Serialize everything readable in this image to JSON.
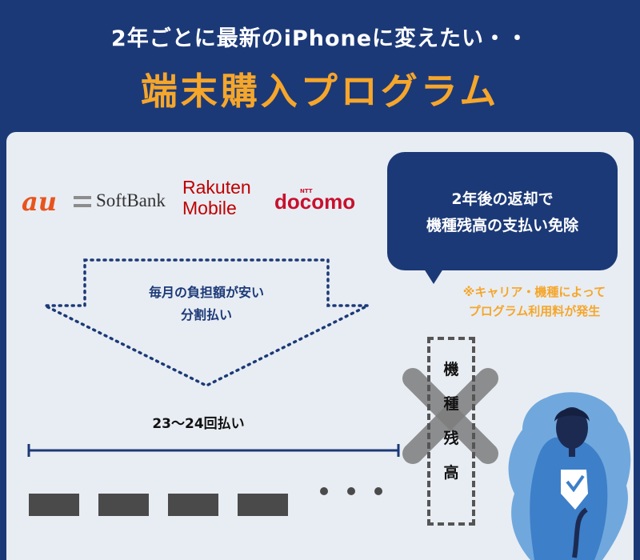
{
  "header": {
    "headline": "2年ごとに最新のiPhoneに変えたい・・",
    "title": "端末購入プログラム"
  },
  "carriers": {
    "au": "au",
    "softbank": "SoftBank",
    "rakuten_line1": "Rakuten",
    "rakuten_line2": "Mobile",
    "docomo_prefix": "NTT",
    "docomo": "docomo"
  },
  "bubble": {
    "line1": "2年後の返却で",
    "line2": "機種残高の支払い免除"
  },
  "note": {
    "line1": "※キャリア・機種によって",
    "line2": "プログラム利用料が発生"
  },
  "arrow": {
    "line1": "毎月の負担額が安い",
    "line2": "分割払い"
  },
  "timeline": {
    "label": "23〜24回払い",
    "payment_blocks": 4,
    "ellipsis_dots": 3
  },
  "remaining": {
    "chars": [
      "機",
      "種",
      "残",
      "高"
    ]
  },
  "colors": {
    "navy": "#1c3977",
    "orange": "#f5a62b",
    "panel": "#e8edf3",
    "block": "#4a4a4a"
  }
}
